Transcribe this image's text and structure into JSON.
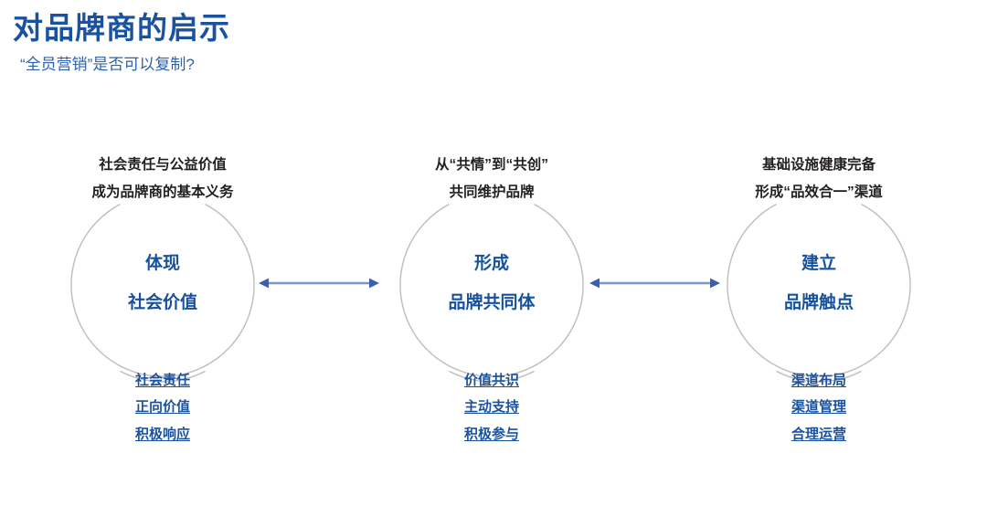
{
  "header": {
    "title": "对品牌商的启示",
    "subtitle": "“全员营销”是否可以复制?"
  },
  "theme": {
    "title_blue": "#1a52a0",
    "subtitle_blue": "#2c63ac",
    "label_blue": "#17519e",
    "link_blue": "#1a52a0",
    "heading_black": "#231f20",
    "circle_stroke": "#bdbdbd",
    "arrow_blue": "#4a6fb5"
  },
  "diagram": {
    "columns": [
      {
        "heading": [
          "社会责任与公益价值",
          "成为品牌商的基本义务"
        ],
        "circle_label": [
          "体现",
          "社会价值"
        ],
        "links": [
          "社会责任",
          "正向价值",
          "积极响应"
        ]
      },
      {
        "heading": [
          "从“共情”到“共创”",
          "共同维护品牌"
        ],
        "circle_label": [
          "形成",
          "品牌共同体"
        ],
        "links": [
          "价值共识",
          "主动支持",
          "积极参与"
        ]
      },
      {
        "heading": [
          "基础设施健康完备",
          "形成“品效合一”渠道"
        ],
        "circle_label": [
          "建立",
          "品牌触点"
        ],
        "links": [
          "渠道布局",
          "渠道管理",
          "合理运营"
        ]
      }
    ],
    "connectors": [
      {
        "name": "arrow-col1-col2",
        "style": "double-headed"
      },
      {
        "name": "arrow-col2-col3",
        "style": "double-headed"
      }
    ]
  }
}
